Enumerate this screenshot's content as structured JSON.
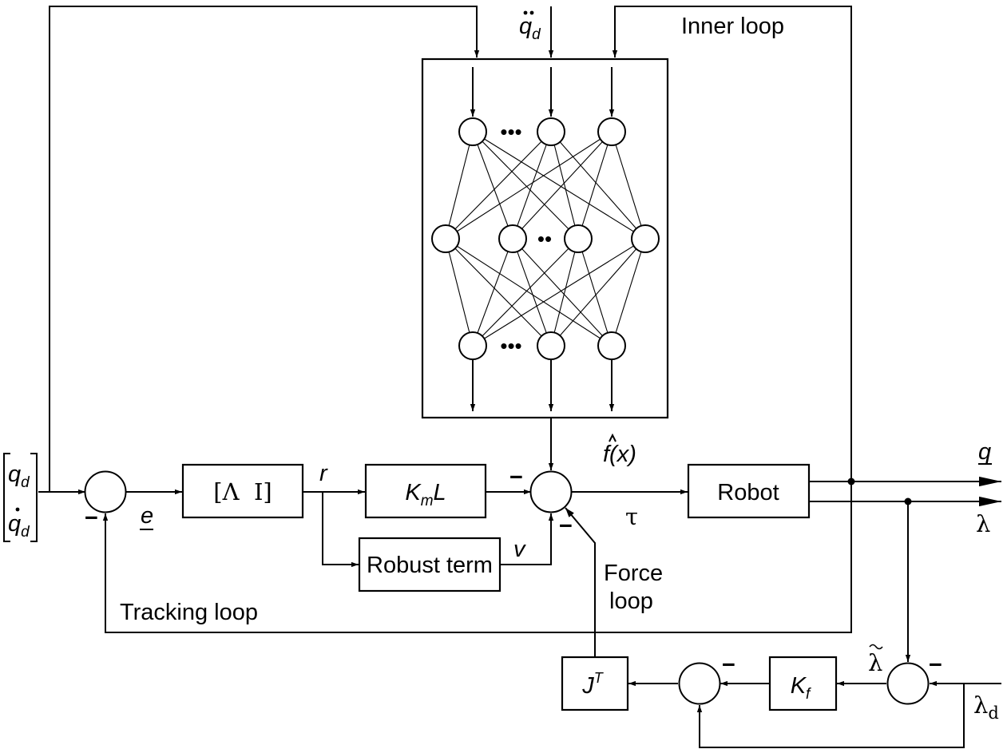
{
  "labels": {
    "inner_loop": "Inner loop",
    "tracking_loop": "Tracking loop",
    "force_loop_line1": "Force",
    "force_loop_line2": "loop",
    "robust_term": "Robust term",
    "robot": "Robot",
    "lambda_matrix": "[Λ  I]",
    "km_base": "K",
    "km_sub": "m",
    "km_tail": "L",
    "kf_base": "K",
    "kf_sub": "f",
    "jt_base": "J",
    "jt_sup": "T",
    "qdd_base": "q",
    "qdd_sub": "d",
    "qd_base": "q",
    "qd_sub": "d",
    "qd_dot_base": "q",
    "qd_dot_sub": "d",
    "e_signal": "e",
    "r_signal": "r",
    "v_signal": "v",
    "tau_signal": "τ",
    "fhat_signal": "f(x)",
    "q_output": "q",
    "lambda_output": "λ",
    "lambda_tilde": "λ",
    "lambda_d_base": "λ",
    "lambda_d_sub": "d",
    "minus": "−"
  },
  "neural_network": {
    "layers": [
      {
        "name": "input",
        "nodes": 3,
        "ellipsis": "•••"
      },
      {
        "name": "hidden",
        "nodes": 4,
        "ellipsis": "••"
      },
      {
        "name": "output",
        "nodes": 3,
        "ellipsis": "•••"
      }
    ]
  }
}
